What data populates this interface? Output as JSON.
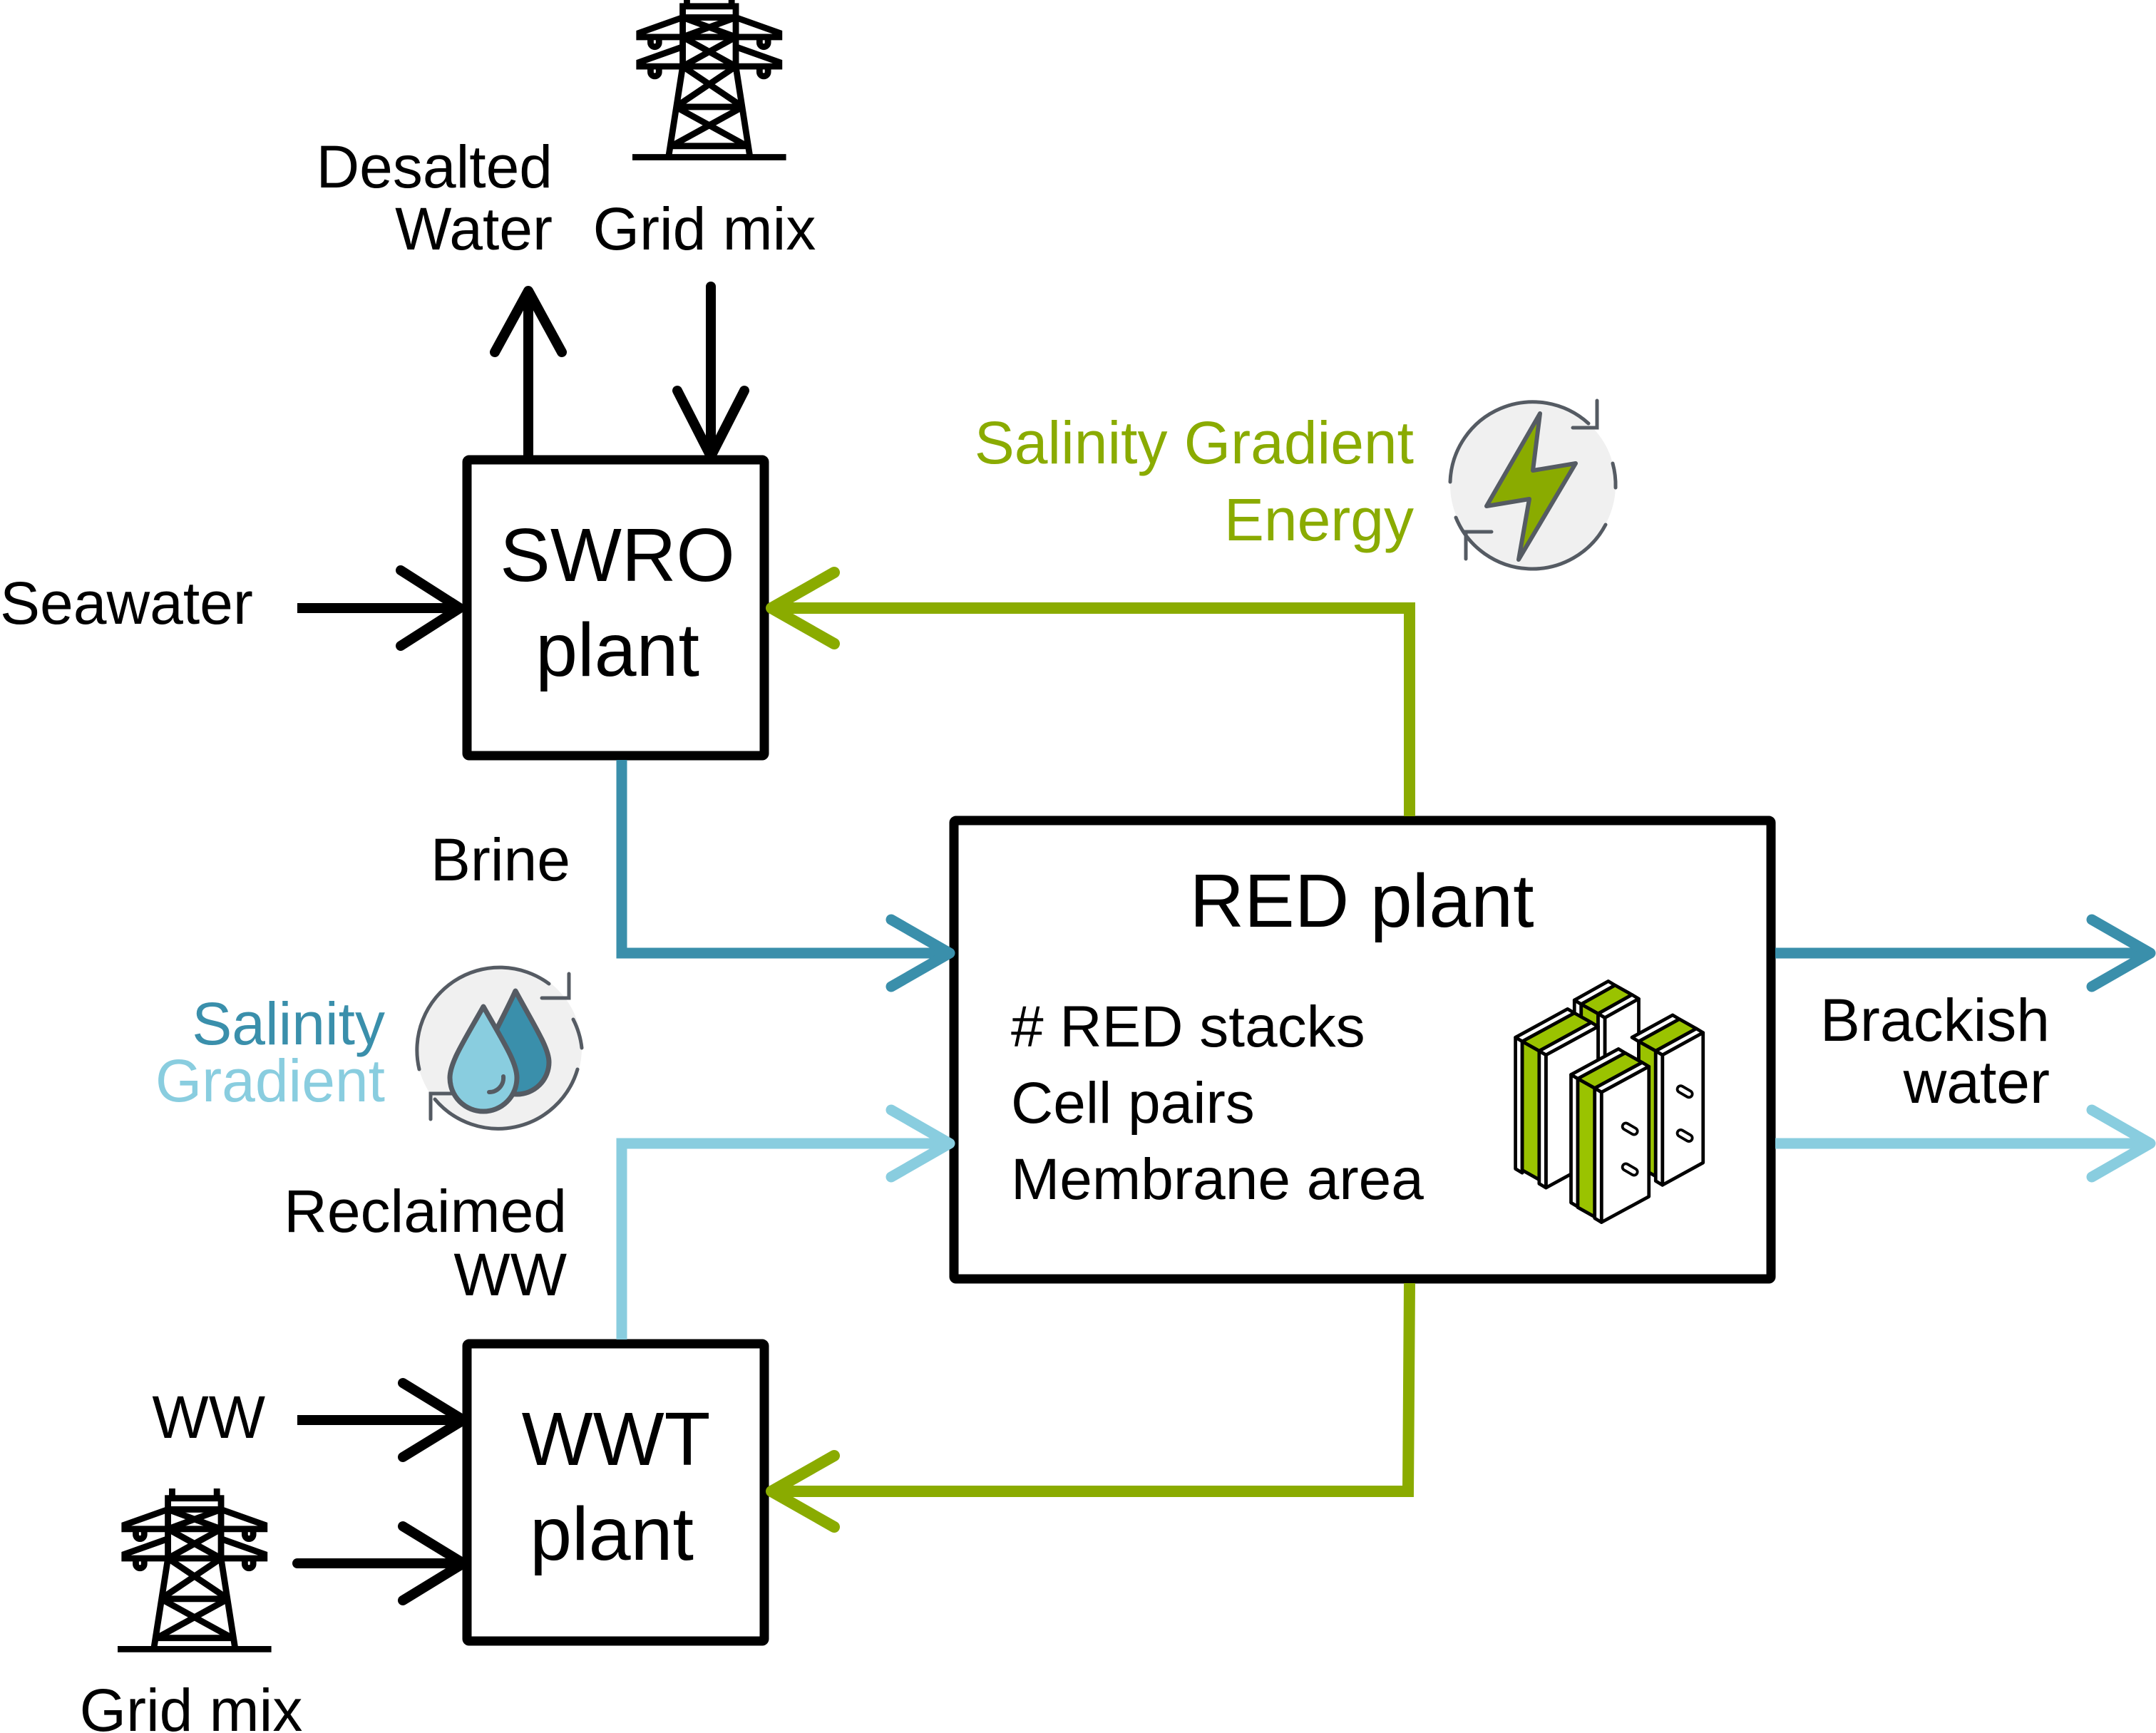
{
  "colors": {
    "energy_green": "#8aab00",
    "brine_blue": "#3a8fab",
    "reclaimed_blue": "#89cddf",
    "icon_grey": "#555b63",
    "icon_bg": "#f0f0f0",
    "line_black": "#000000"
  },
  "nodes": {
    "swro": {
      "line1": "SWRO",
      "line2": "plant"
    },
    "wwt": {
      "line1": "WWT",
      "line2": "plant"
    },
    "red": {
      "title": "RED plant",
      "parameters": [
        "# RED stacks",
        "Cell pairs",
        "Membrane area"
      ],
      "icon": "red-stacks-icon"
    }
  },
  "flows": {
    "seawater": "Seawater",
    "desalted_water": {
      "line1": "Desalted",
      "line2": "Water"
    },
    "grid_mix_top": "Grid mix",
    "grid_mix_bottom": "Grid mix",
    "brine": "Brine",
    "reclaimed_ww": {
      "line1": "Reclaimed",
      "line2": "WW"
    },
    "ww": "WW",
    "brackish_water": {
      "line1": "Brackish",
      "line2": "water"
    }
  },
  "legends": {
    "salinity_gradient_energy": {
      "line1": "Salinity Gradient",
      "line2": "Energy",
      "icon": "lightning-cycle-icon"
    },
    "salinity_gradient": {
      "line1": "Salinity",
      "line2": "Gradient",
      "icon": "water-drops-cycle-icon"
    }
  },
  "icons": {
    "power_tower_top": "power-tower-icon",
    "power_tower_bottom": "power-tower-icon"
  }
}
